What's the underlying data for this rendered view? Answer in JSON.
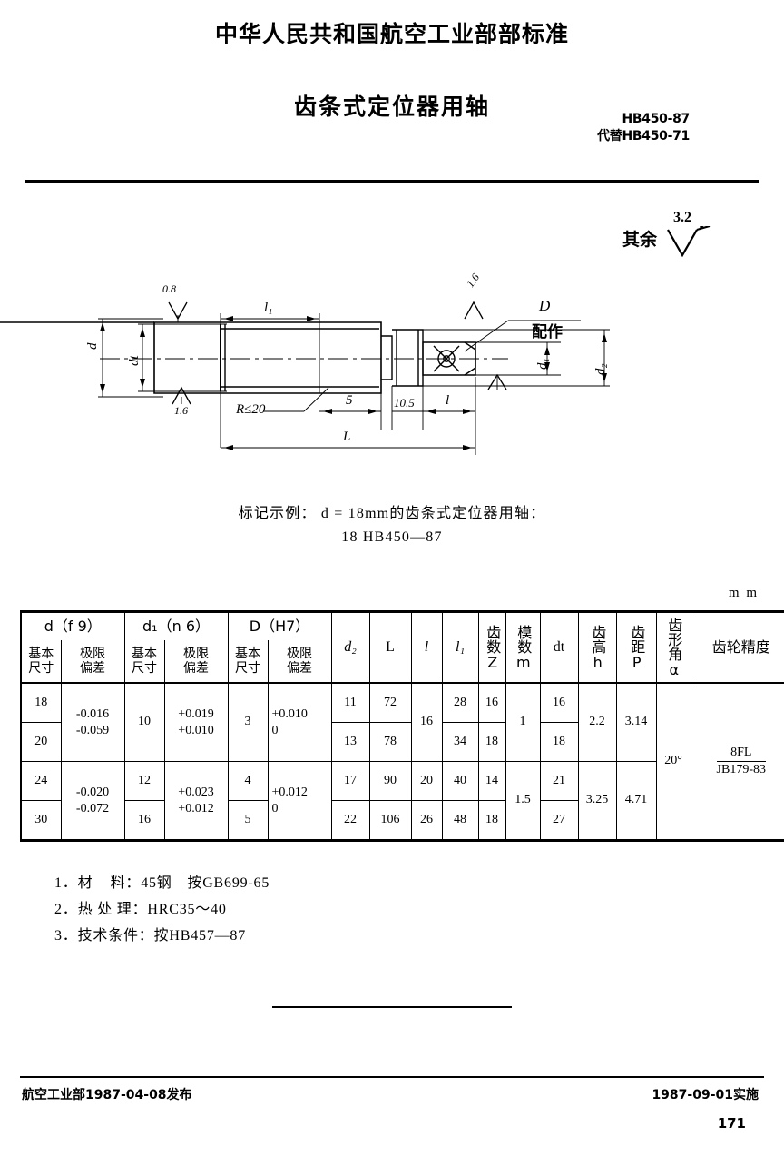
{
  "header": {
    "ministry": "中华人民共和国航空工业部部标准",
    "title": "齿条式定位器用轴",
    "std_no": "HB450-87",
    "replaces": "代替HB450-71"
  },
  "drawing": {
    "general_finish_label": "其余",
    "general_finish_value": "3.2",
    "labels": {
      "d": "d",
      "dt": "dt",
      "l1": "l₁",
      "L": "L",
      "l": "l",
      "d1": "d₁",
      "d2": "d₂",
      "D": "D",
      "fit_note": "配作",
      "radius": "R≤20",
      "dim_5": "5",
      "dim_105": "10.5",
      "finish_08": "0.8",
      "finish_16": "1.6",
      "finish_16b": "1.6"
    }
  },
  "marking": {
    "line1": "标记示例： d = 18mm的齿条式定位器用轴：",
    "line2": "18   HB450—87"
  },
  "table": {
    "unit": "m m",
    "group_headers": {
      "d_f9": "d（f 9）",
      "d1_n6": "d₁（n 6）",
      "D_H7": "D（H7）"
    },
    "sub_headers": {
      "basic": "基本\n尺寸",
      "deviation": "极限\n偏差"
    },
    "columns": {
      "d2": "d₂",
      "L": "L",
      "l": "l",
      "l1": "l₁",
      "teeth_Z": "齿数Z",
      "module_m": "模数m",
      "dt": "dt",
      "tooth_height_h": "齿高h",
      "pitch_P": "齿距P",
      "pressure_angle": "齿形角α",
      "gear_accuracy": "齿轮精度"
    },
    "rows": [
      {
        "d_basic": "18",
        "d_dev_upper": "-0.016",
        "d_dev_lower": "-0.059",
        "d1_basic": "10",
        "d1_dev_upper": "+0.019",
        "d1_dev_lower": "+0.010",
        "D_basic": "3",
        "D_dev_upper": "+0.010",
        "D_dev_lower": "0",
        "d2": "11",
        "L": "72",
        "l": "16",
        "l1": "28",
        "Z": "16",
        "m": "1",
        "dt": "16",
        "h": "2.2",
        "P": "3.14",
        "alpha": "20°",
        "accuracy_num": "8FL",
        "accuracy_den": "JB179-83"
      },
      {
        "d_basic": "20",
        "d_dev_upper": "-0.016",
        "d_dev_lower": "-0.059",
        "d1_basic": "10",
        "d1_dev_upper": "+0.019",
        "d1_dev_lower": "+0.010",
        "D_basic": "3",
        "D_dev_upper": "+0.010",
        "D_dev_lower": "0",
        "d2": "13",
        "L": "78",
        "l": "16",
        "l1": "34",
        "Z": "18",
        "m": "1",
        "dt": "18",
        "h": "2.2",
        "P": "3.14",
        "alpha": "20°",
        "accuracy_num": "8FL",
        "accuracy_den": "JB179-83"
      },
      {
        "d_basic": "24",
        "d_dev_upper": "-0.020",
        "d_dev_lower": "-0.072",
        "d1_basic": "12",
        "d1_dev_upper": "+0.023",
        "d1_dev_lower": "+0.012",
        "D_basic": "4",
        "D_dev_upper": "+0.012",
        "D_dev_lower": "0",
        "d2": "17",
        "L": "90",
        "l": "20",
        "l1": "40",
        "Z": "14",
        "m": "1.5",
        "dt": "21",
        "h": "3.25",
        "P": "4.71",
        "alpha": "20°",
        "accuracy_num": "8FL",
        "accuracy_den": "JB179-83"
      },
      {
        "d_basic": "30",
        "d_dev_upper": "-0.020",
        "d_dev_lower": "-0.072",
        "d1_basic": "16",
        "d1_dev_upper": "+0.023",
        "d1_dev_lower": "+0.012",
        "D_basic": "5",
        "D_dev_upper": "+0.012",
        "D_dev_lower": "0",
        "d2": "22",
        "L": "106",
        "l": "26",
        "l1": "48",
        "Z": "18",
        "m": "1.5",
        "dt": "27",
        "h": "3.25",
        "P": "4.71",
        "alpha": "20°",
        "accuracy_num": "8FL",
        "accuracy_den": "JB179-83"
      }
    ]
  },
  "notes": [
    "1．材    料：45钢　按GB699-65",
    "2．热 处 理：HRC35～40",
    "3．技术条件：按HB457—87"
  ],
  "footer": {
    "issued": "航空工业部1987-04-08发布",
    "effective": "1987-09-01实施",
    "page": "171"
  }
}
